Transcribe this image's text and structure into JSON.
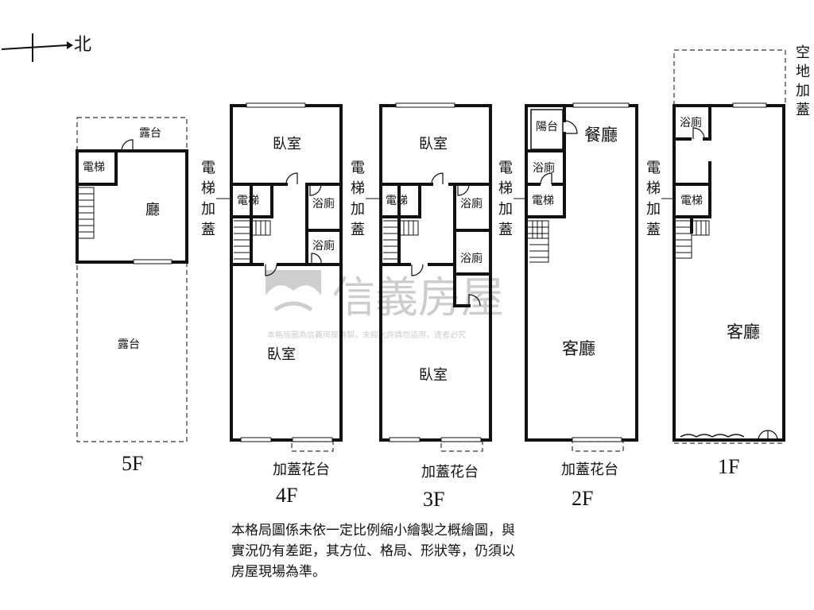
{
  "compass": {
    "label": "北"
  },
  "floors": {
    "f5": {
      "name": "5F",
      "terrace_top": "露台",
      "elevator": "電梯",
      "hall": "廳",
      "terrace_main": "露台"
    },
    "f4": {
      "name": "4F",
      "bedroom_top": "臥室",
      "elevator": "電梯",
      "bath_1": "浴廁",
      "bath_2": "浴廁",
      "bedroom_main": "臥室",
      "side_note": [
        "電",
        "梯",
        "加",
        "蓋"
      ],
      "planter": "加蓋花台"
    },
    "f3": {
      "name": "3F",
      "bedroom_top": "臥室",
      "elevator": "電梯",
      "bath_1": "浴廁",
      "bath_2": "浴廁",
      "bedroom_main": "臥室",
      "side_note": [
        "電",
        "梯",
        "加",
        "蓋"
      ],
      "planter": "加蓋花台"
    },
    "f2": {
      "name": "2F",
      "balcony": "陽台",
      "dining": "餐廳",
      "bath": "浴廁",
      "elevator": "電梯",
      "living": "客廳",
      "side_note": [
        "電",
        "梯",
        "加",
        "蓋"
      ],
      "planter": "加蓋花台"
    },
    "f1": {
      "name": "1F",
      "bath": "浴廁",
      "elevator": "電梯",
      "living": "客廳",
      "side_note": [
        "電",
        "梯",
        "加",
        "蓋"
      ],
      "open_space_note": [
        "空",
        "地",
        "加",
        "蓋"
      ]
    }
  },
  "watermark": {
    "brand": "信義房屋",
    "copyright": "本格局圖為信義房屋繪製，未經允許請勿盜用，違者必究"
  },
  "disclaimer": [
    "本格局圖係未依一定比例縮小繪製之概繪圖，與",
    "實況仍有差距，其方位、格局、形狀等，仍須以",
    "房屋現場為準。"
  ]
}
